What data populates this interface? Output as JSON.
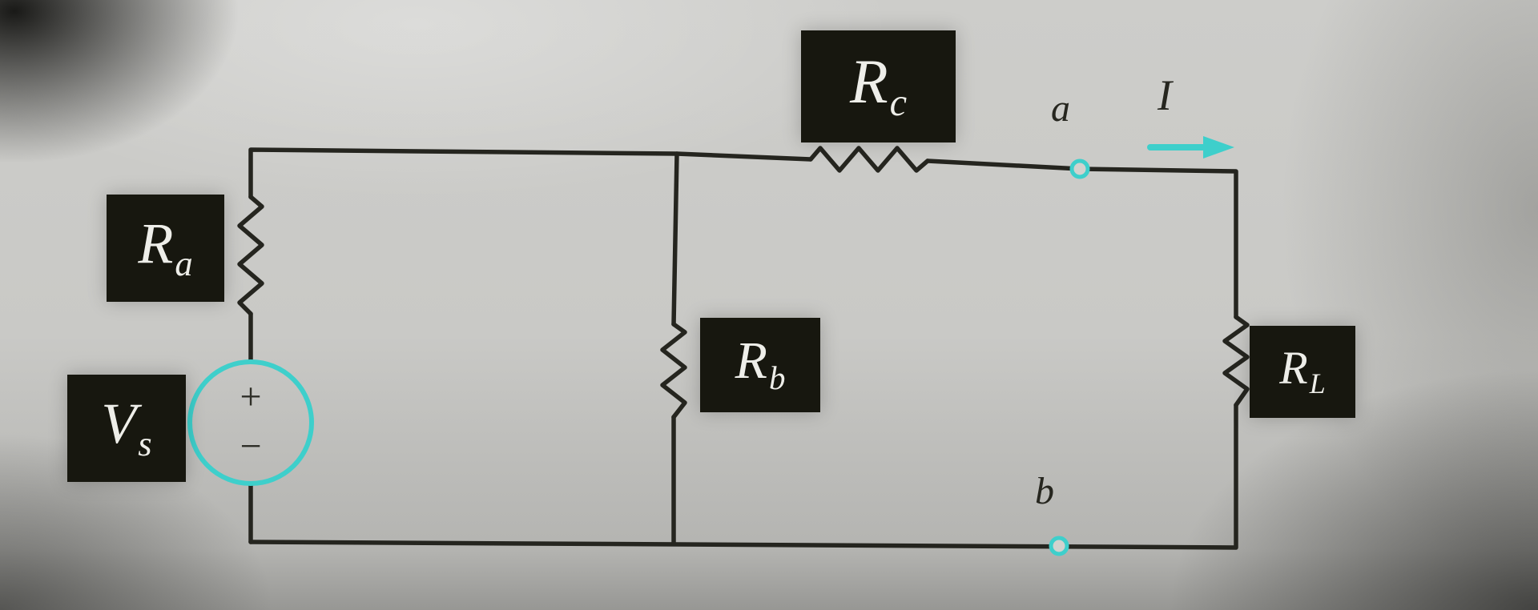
{
  "colors": {
    "wire": "#25251f",
    "accent_teal": "#3ecfcb",
    "label_box": "#17170f",
    "label_text": "#eeeee9"
  },
  "labels": {
    "ra": {
      "main": "R",
      "sub": "a"
    },
    "rb": {
      "main": "R",
      "sub": "b"
    },
    "rc": {
      "main": "R",
      "sub": "c"
    },
    "rl": {
      "main": "R",
      "sub": "L"
    },
    "vs": {
      "main": "V",
      "sub": "s"
    }
  },
  "annotations": {
    "node_a": "a",
    "node_b": "b",
    "current": "I",
    "source_plus": "+",
    "source_minus": "−"
  }
}
